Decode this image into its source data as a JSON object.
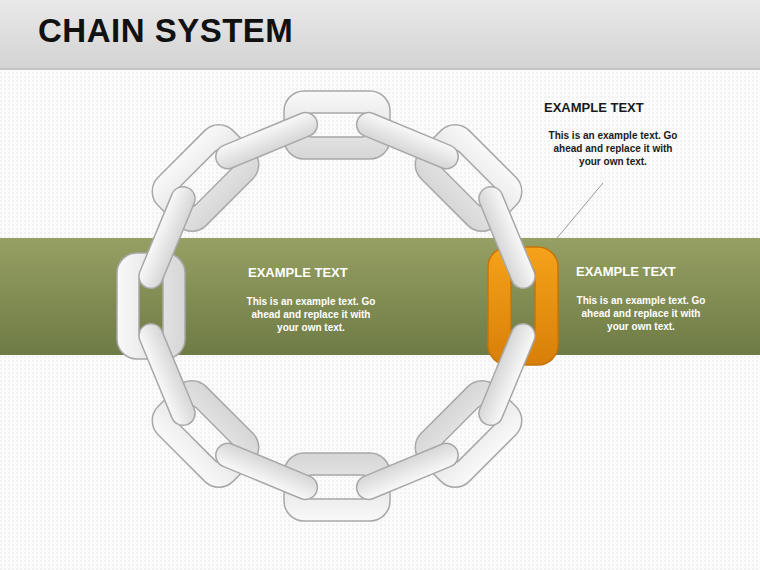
{
  "diagram": {
    "title": "CHAIN SYSTEM",
    "nodes": [
      {
        "text": [
          "EXAMPLE TEXT",
          "This is an example text. Go ahead and replace it with your own text.",
          "EXAMPLE TEXT",
          "This is an example text. Go ahead and replace it with your own text."
        ]
      }
    ],
    "labels": [
      "EXAMPLE TEXT",
      "This is an example text. Go ahead and replace it with your own text."
    ]
  }
}
